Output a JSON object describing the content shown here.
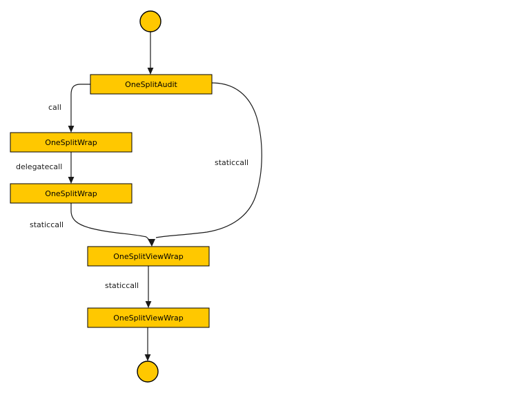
{
  "diagram": {
    "type": "call-graph",
    "title": "",
    "background_color": "#ffffff",
    "node_fill_color": "#FFC800",
    "node_stroke_color": "#000000",
    "edge_color": "#1a1a1a",
    "nodes": [
      {
        "id": "start",
        "kind": "start-node",
        "label": ""
      },
      {
        "id": "n1",
        "kind": "box",
        "label": "OneSplitAudit"
      },
      {
        "id": "n2",
        "kind": "box",
        "label": "OneSplitWrap"
      },
      {
        "id": "n3",
        "kind": "box",
        "label": "OneSplitWrap"
      },
      {
        "id": "n4",
        "kind": "box",
        "label": "OneSplitViewWrap"
      },
      {
        "id": "n5",
        "kind": "box",
        "label": "OneSplitViewWrap"
      },
      {
        "id": "end",
        "kind": "end-node",
        "label": ""
      }
    ],
    "edges": [
      {
        "id": "e0",
        "from": "start",
        "to": "n1",
        "label": ""
      },
      {
        "id": "e1",
        "from": "n1",
        "to": "n2",
        "label": "call"
      },
      {
        "id": "e2",
        "from": "n2",
        "to": "n3",
        "label": "delegatecall"
      },
      {
        "id": "e3",
        "from": "n3",
        "to": "n4",
        "label": "staticcall"
      },
      {
        "id": "e4",
        "from": "n1",
        "to": "n4",
        "label": "staticcall"
      },
      {
        "id": "e5",
        "from": "n4",
        "to": "n5",
        "label": "staticcall"
      },
      {
        "id": "e6",
        "from": "n5",
        "to": "end",
        "label": ""
      }
    ]
  }
}
